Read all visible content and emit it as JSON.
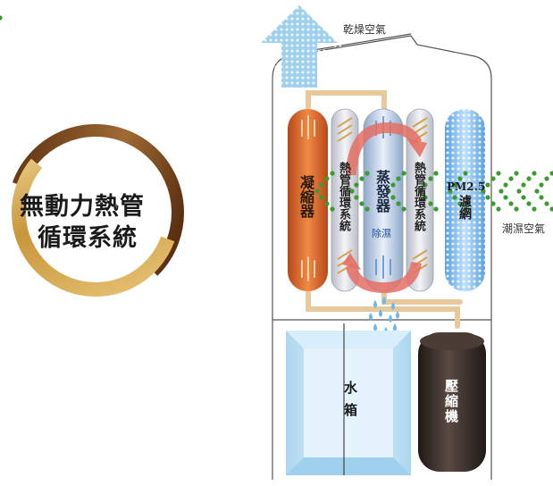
{
  "badge": {
    "line1": "無動力熱管",
    "line2": "循環系統"
  },
  "labels": {
    "dry_air": "乾燥空氣",
    "humid_air": "潮濕空氣",
    "condenser": "凝縮器",
    "heat_pipe_left": "熱管循環系統",
    "evaporator": "蒸發器",
    "dehumidify": "除濕",
    "heat_pipe_right": "熱管循環系統",
    "filter_top": "PM2.5",
    "filter_bottom": "濾網",
    "water_tank": "水箱",
    "compressor": "壓縮機"
  },
  "colors": {
    "condenser": "#e0682a",
    "evaporator_blue": "#7fb3e6",
    "arrow_red": "#e46f63",
    "airflow_dots": "#9fd0ee",
    "green_chevron": "#3a9b2f",
    "compressor": "#3a302c",
    "tank": "#bfe0f3",
    "gold": "#c59a3c",
    "bronze": "#7a4a1e",
    "pipe": "#e7c99c"
  }
}
